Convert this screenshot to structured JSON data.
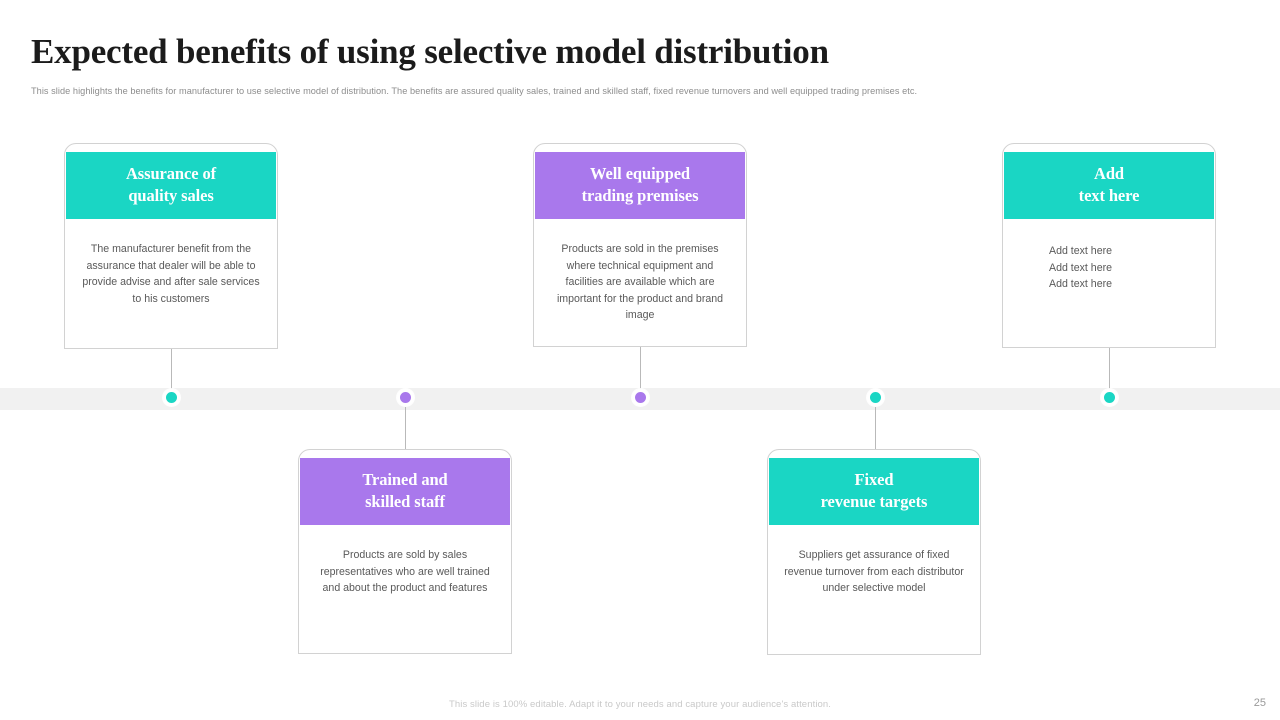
{
  "slide": {
    "title": "Expected benefits of using selective model distribution",
    "subtitle": "This slide highlights the benefits for manufacturer to use selective model of distribution. The benefits are assured quality sales, trained and skilled staff, fixed revenue turnovers and well equipped trading premises etc.",
    "footer_note": "This slide is 100% editable. Adapt it to your needs and capture your audience's attention.",
    "page_number": "25"
  },
  "colors": {
    "teal": "#1AD6C4",
    "purple": "#A978EC",
    "band": "#f1f1f1",
    "card_border": "#d2d2d2",
    "body_text": "#595959",
    "title_text": "#1b1b1b",
    "subtitle_text": "#8d8d8d",
    "footer_text": "#c9c9c9"
  },
  "cards": [
    {
      "id": "assurance-of-quality-sales",
      "position": "top",
      "accent": "teal",
      "title_line1": "Assurance of",
      "title_line2": "quality sales",
      "body": "The manufacturer benefit from the assurance that dealer will be able to provide advise and after sale services to his customers"
    },
    {
      "id": "trained-and-skilled-staff",
      "position": "bottom",
      "accent": "purple",
      "title_line1": "Trained and",
      "title_line2": "skilled staff",
      "body": "Products are sold by sales representatives who are well trained and about the product and features"
    },
    {
      "id": "well-equipped-trading-premises",
      "position": "top",
      "accent": "purple",
      "title_line1": "Well equipped",
      "title_line2": "trading premises",
      "body": "Products are sold in the premises where technical equipment and facilities are available which are important for the product and brand image"
    },
    {
      "id": "fixed-revenue-targets",
      "position": "bottom",
      "accent": "teal",
      "title_line1": "Fixed",
      "title_line2": "revenue targets",
      "body": "Suppliers get assurance of fixed revenue turnover from each distributor under selective model"
    },
    {
      "id": "add-text-here",
      "position": "top",
      "accent": "teal",
      "title_line1": "Add",
      "title_line2": "text here",
      "body_line1": "Add text here",
      "body_line2": "Add text here",
      "body_line3": "Add text here"
    }
  ],
  "timeline": {
    "dots": [
      {
        "id": "dot-assurance",
        "color": "#1AD6C4"
      },
      {
        "id": "dot-trained",
        "color": "#A978EC"
      },
      {
        "id": "dot-premises",
        "color": "#A978EC"
      },
      {
        "id": "dot-fixed",
        "color": "#1AD6C4"
      },
      {
        "id": "dot-add-text",
        "color": "#1AD6C4"
      }
    ]
  }
}
